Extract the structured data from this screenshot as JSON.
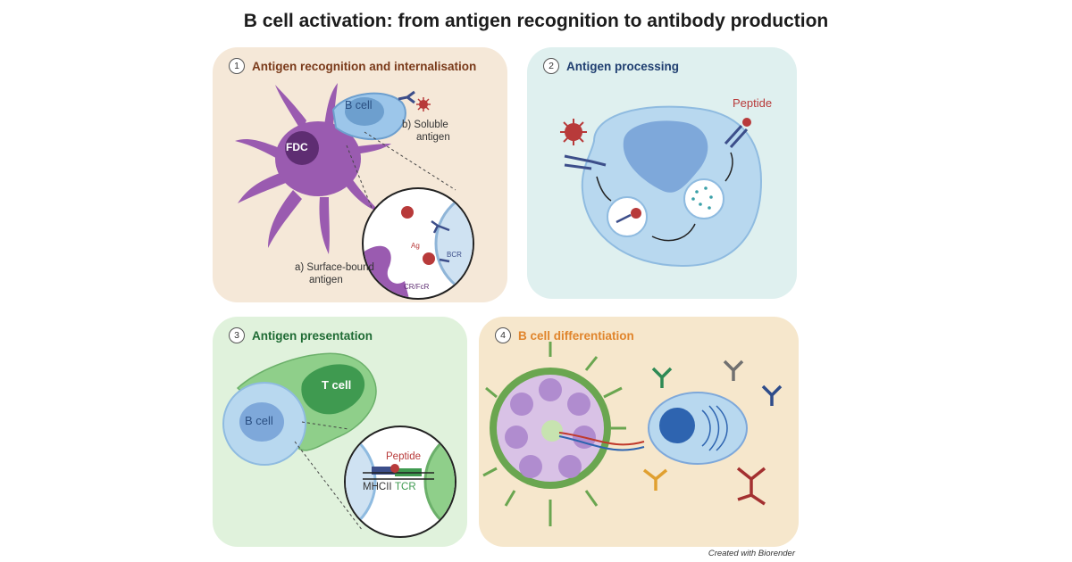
{
  "title": "B cell activation: from antigen recognition to antibody production",
  "panels": [
    {
      "number": "1",
      "heading": "Antigen recognition and internalisation",
      "labels": {
        "fdc": "FDC",
        "bcell": "B cell",
        "soluble": "b) Soluble",
        "soluble2": "antigen",
        "surface": "a) Surface-bound",
        "surface2": "antigen",
        "ag": "Ag",
        "bcr": "BCR",
        "crfcr": "CR/FcR"
      }
    },
    {
      "number": "2",
      "heading": "Antigen processing",
      "labels": {
        "peptide": "Peptide"
      }
    },
    {
      "number": "3",
      "heading": "Antigen presentation",
      "labels": {
        "tcell": "T cell",
        "bcell": "B cell",
        "peptide": "Peptide",
        "mhcii": "MHCII",
        "tcr": "TCR"
      }
    },
    {
      "number": "4",
      "heading": "B cell differentiation",
      "labels": {}
    }
  ],
  "credit": "Created with Biorender",
  "colors": {
    "panel1": "#f5e8d8",
    "panel2": "#dff0ef",
    "panel3": "#e0f2dc",
    "panel4": "#f6e7cc",
    "fdc": "#9a5bb0",
    "bcell": "#9cc6ea",
    "tcell": "#3f9a50",
    "virus": "#b83a3a"
  }
}
